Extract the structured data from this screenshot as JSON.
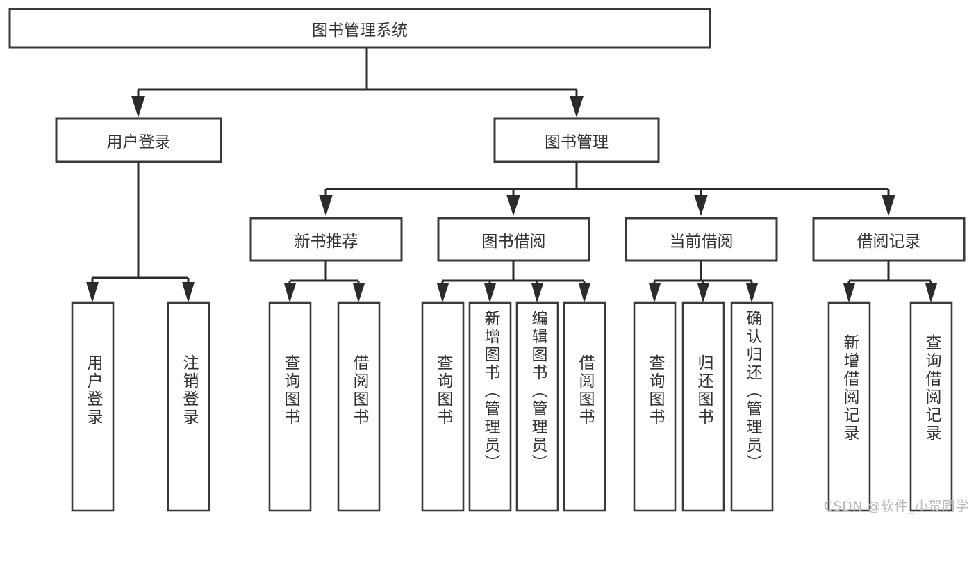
{
  "diagram": {
    "type": "hierarchy-tree",
    "title": "图书管理系统",
    "root": {
      "label": "图书管理系统",
      "orientation": "horizontal"
    },
    "level2": [
      {
        "label": "用户登录",
        "orientation": "horizontal"
      },
      {
        "label": "图书管理",
        "orientation": "horizontal"
      }
    ],
    "level3": [
      {
        "label": "新书推荐",
        "orientation": "horizontal"
      },
      {
        "label": "图书借阅",
        "orientation": "horizontal"
      },
      {
        "label": "当前借阅",
        "orientation": "horizontal"
      },
      {
        "label": "借阅记录",
        "orientation": "horizontal"
      }
    ],
    "leaves": {
      "user_login": [
        {
          "label": "用户登录",
          "orientation": "vertical"
        },
        {
          "label": "注销登录",
          "orientation": "vertical"
        }
      ],
      "new_book_recommend": [
        {
          "label": "查询图书",
          "orientation": "vertical"
        },
        {
          "label": "借阅图书",
          "orientation": "vertical"
        }
      ],
      "book_borrow": [
        {
          "label": "查询图书",
          "orientation": "vertical"
        },
        {
          "label": "新增图书（管理员）",
          "orientation": "vertical"
        },
        {
          "label": "编辑图书（管理员）",
          "orientation": "vertical"
        },
        {
          "label": "借阅图书",
          "orientation": "vertical"
        }
      ],
      "current_borrow": [
        {
          "label": "查询图书",
          "orientation": "vertical"
        },
        {
          "label": "归还图书",
          "orientation": "vertical"
        },
        {
          "label": "确认归还（管理员）",
          "orientation": "vertical"
        }
      ],
      "borrow_record": [
        {
          "label": "新增借阅记录",
          "orientation": "vertical"
        },
        {
          "label": "查询借阅记录",
          "orientation": "vertical"
        }
      ]
    },
    "colors": {
      "box_fill": "#ffffff",
      "box_stroke": "#3a3a3a",
      "connector": "#2b2b2b",
      "text": "#333333",
      "watermark": "#b9b9b9",
      "background": "#ffffff"
    }
  },
  "watermark": {
    "text": "CSDN @软件_小贺同学"
  }
}
